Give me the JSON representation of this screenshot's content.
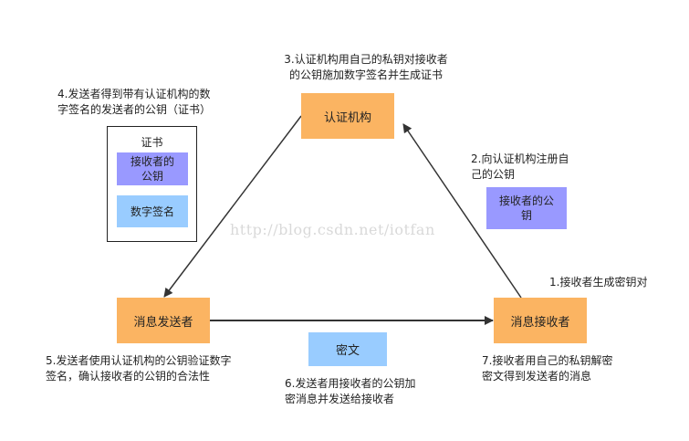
{
  "nodes": {
    "ca": "认证机构",
    "sender": "消息发送者",
    "receiver": "消息接收者",
    "receiver_pubkey": "接收者的公钥",
    "ciphertext": "密文"
  },
  "certificate": {
    "title": "证书",
    "pubkey": "接收者的\n公钥",
    "signature": "数字签名"
  },
  "steps": {
    "s1": "1.接收者生成密钥对",
    "s2": "2.向认证机构注册自\n己的公钥",
    "s3": "3.认证机构用自己的私钥对接收者\n的公钥施加数字签名并生成证书",
    "s4": "4.发送者得到带有认证机构的数\n字签名的发送者的公钥（证书）",
    "s5": "5.发送者使用认证机构的公钥验证数字\n签名，确认接收者的公钥的合法性",
    "s6": "6.发送者用接收者的公钥加\n密消息并发送给接收者",
    "s7": "7.接收者用自己的私钥解密\n密文得到发送者的消息"
  },
  "watermark": "http://blog.csdn.net/iotfan",
  "colors": {
    "orange": "#fbb462",
    "purple": "#9999ff",
    "blue": "#99ccff",
    "arrow": "#333333"
  }
}
